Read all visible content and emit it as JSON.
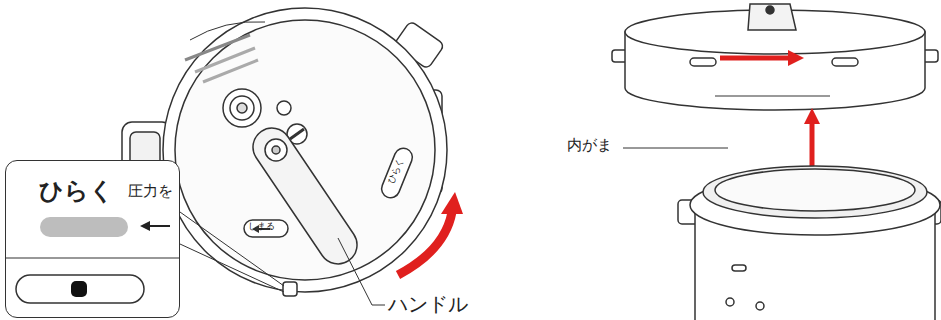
{
  "diagram": {
    "nodes": [
      {
        "text": [
          "ひらく",
          "圧力を"
        ]
      }
    ],
    "labels": [
      "しまる",
      "ひらく",
      "ハンドル",
      "内がま"
    ]
  }
}
